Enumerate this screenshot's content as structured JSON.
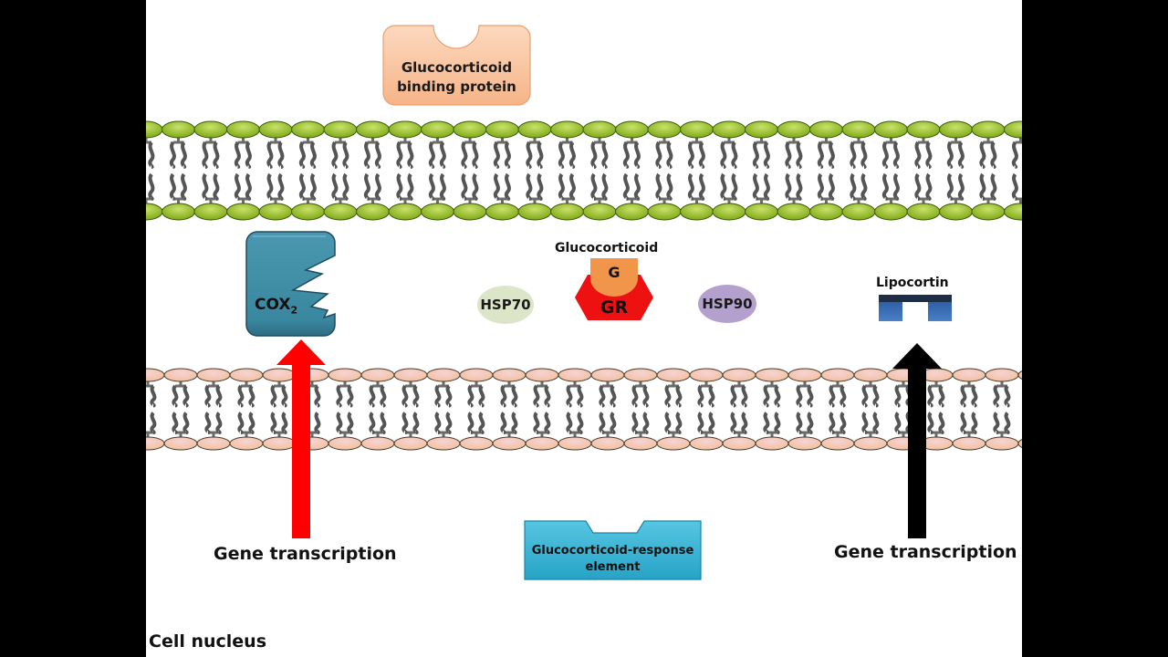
{
  "title": "Glucocorticoid mechanism of action",
  "colors": {
    "background_frame": "#000000",
    "slide": "#ffffff",
    "cell_membrane_head": "#8fb81f",
    "nuclear_membrane_head": "#f5c9a8",
    "lipid_tail": "#6b6b6b",
    "gbp_fill": "#f9c29a",
    "cox2_fill": "#3a87a0",
    "glucocorticoid_fill": "#f0954a",
    "gr_fill": "#ee1111",
    "hsp70_fill": "#dde5c8",
    "hsp90_fill": "#b3a0cc",
    "lipocortin_top": "#1c2d45",
    "lipocortin_fill": "#3a6fb5",
    "gre_fill": "#2fb3d4",
    "arrow_cox": "#ff0000",
    "arrow_lipocortin": "#000000"
  },
  "labels": {
    "gbp_line1": "Glucocorticoid",
    "gbp_line2": "binding protein",
    "cox2_main": "COX",
    "cox2_sub": "2",
    "glucocorticoid": "Glucocorticoid",
    "g": "G",
    "gr": "GR",
    "hsp70": "HSP70",
    "hsp90": "HSP90",
    "lipocortin": "Lipocortin",
    "gene_transcription_left": "Gene transcription",
    "gene_transcription_right": "Gene transcription",
    "gre_line1": "Glucocorticoid-response",
    "gre_line2": "element",
    "cell_nucleus": "Cell nucleus"
  },
  "membranes": [
    {
      "name": "cell-membrane",
      "type": "cell",
      "head_color": "green"
    },
    {
      "name": "nuclear-membrane",
      "type": "nuclear",
      "head_color": "peach"
    }
  ]
}
